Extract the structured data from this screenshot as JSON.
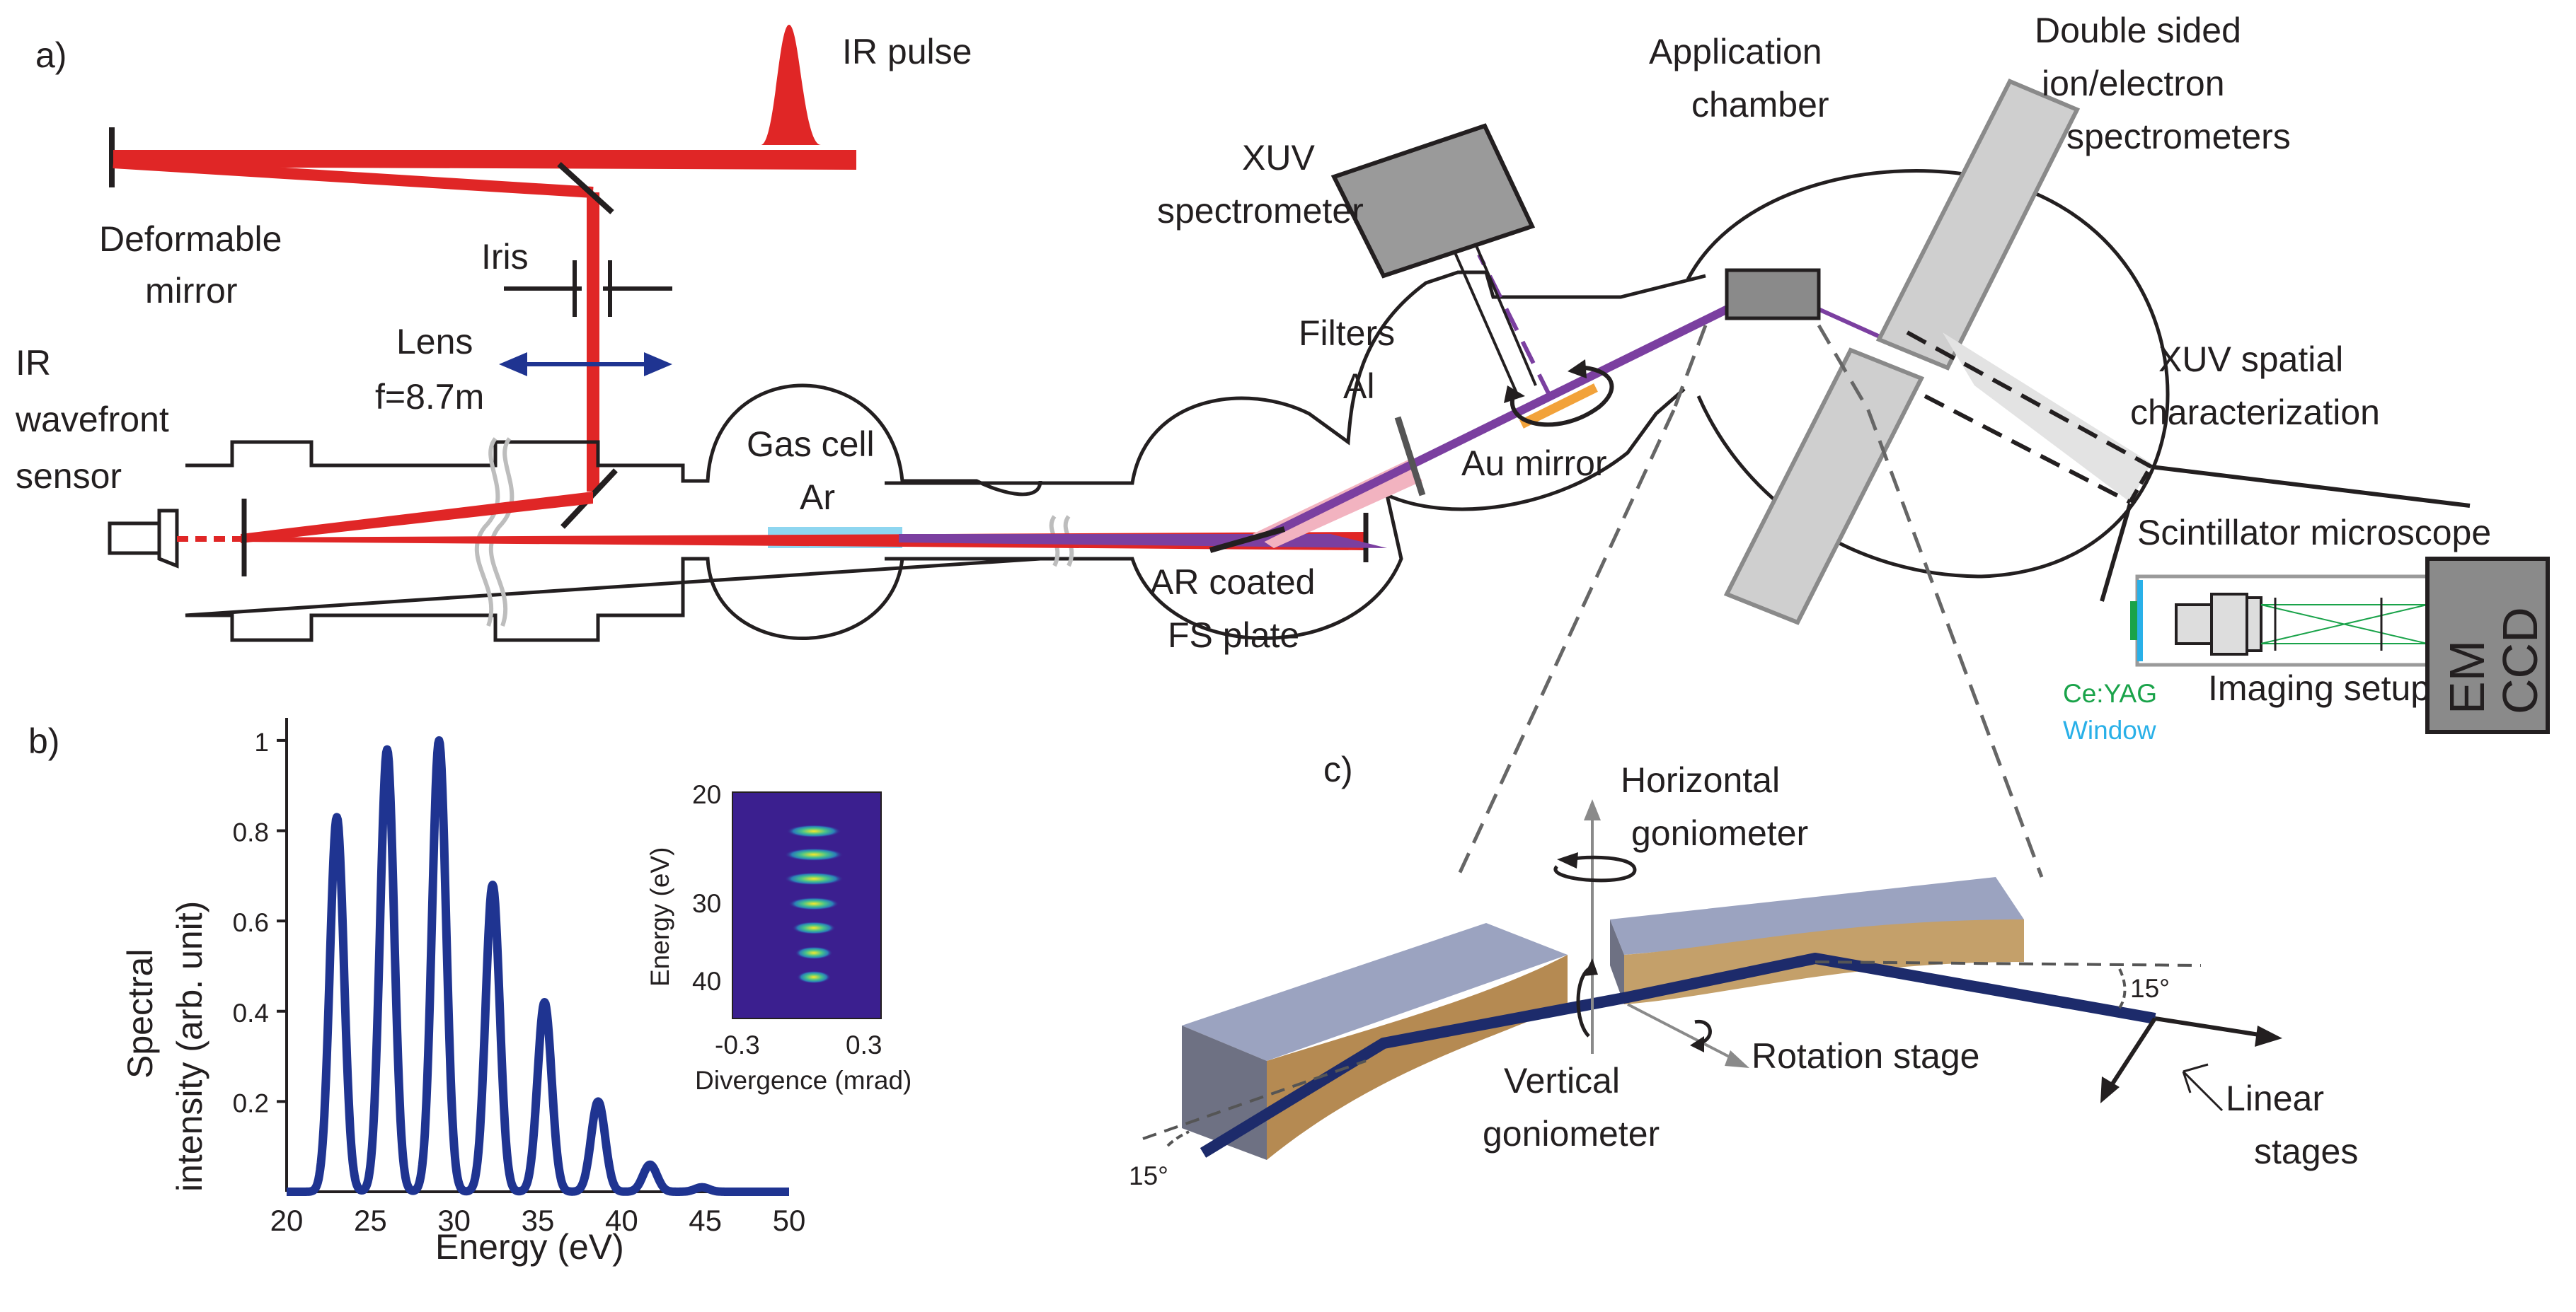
{
  "panel_a": {
    "tag": "a)",
    "ir_pulse": "IR pulse",
    "deformable_mirror": [
      "Deformable",
      "mirror"
    ],
    "iris": "Iris",
    "lens": [
      "Lens",
      "f=8.7m"
    ],
    "ir_wavefront_sensor": [
      "IR",
      "wavefront",
      "sensor"
    ],
    "gas_cell": [
      "Gas cell",
      "Ar"
    ],
    "ar_plate": [
      "AR coated",
      "FS plate"
    ],
    "filters": [
      "Filters",
      "Al"
    ],
    "au_mirror": "Au mirror",
    "xuv_spectrometer": [
      "XUV",
      "spectrometer"
    ],
    "application_chamber": [
      "Application",
      "chamber"
    ],
    "ion_spectrometers": [
      "Double sided",
      "ion/electron",
      "spectrometers"
    ],
    "xuv_spatial": [
      "XUV spatial",
      "characterization"
    ],
    "scintillator_microscope": "Scintillator microscope",
    "ce_yag": "Ce:YAG",
    "window": "Window",
    "imaging_setup": "Imaging setup",
    "em_ccd": [
      "EM",
      "CCD"
    ]
  },
  "panel_b": {
    "tag": "b)",
    "chart_data": {
      "type": "line",
      "xlabel": "Energy (eV)",
      "ylabel": [
        "Spectral",
        "intensity (arb. unit)"
      ],
      "xlim": [
        20,
        50
      ],
      "ylim": [
        0,
        1.05
      ],
      "xticks": [
        20,
        25,
        30,
        35,
        40,
        45,
        50
      ],
      "yticks": [
        0.2,
        0.4,
        0.6,
        0.8,
        1
      ],
      "peaks": [
        {
          "x": 23.0,
          "y": 0.83
        },
        {
          "x": 26.0,
          "y": 0.98
        },
        {
          "x": 29.1,
          "y": 1.0
        },
        {
          "x": 32.3,
          "y": 0.68
        },
        {
          "x": 35.4,
          "y": 0.42
        },
        {
          "x": 38.6,
          "y": 0.2
        },
        {
          "x": 41.7,
          "y": 0.06
        },
        {
          "x": 44.8,
          "y": 0.01
        }
      ],
      "color": "#1f3491"
    },
    "inset": {
      "type": "heatmap",
      "xlabel": "Divergence (mrad)",
      "ylabel": "Energy (eV)",
      "xticks": [
        "-0.3",
        "0.3"
      ],
      "yticks": [
        "20",
        "30",
        "40"
      ],
      "background": "#3b1f8f"
    }
  },
  "panel_c": {
    "tag": "c)",
    "horizontal_goniometer": [
      "Horizontal",
      "goniometer"
    ],
    "vertical_goniometer": [
      "Vertical",
      "goniometer"
    ],
    "rotation_stage": "Rotation stage",
    "linear_stages": [
      "Linear",
      "stages"
    ],
    "angle_left": "15°",
    "angle_right": "15°"
  },
  "colors": {
    "ir_beam": "#e02626",
    "xuv_beam": "#7b3fa0",
    "xuv_beam_dark": "#1d2b6b",
    "gas_cell": "#8ed6f0",
    "au_mirror": "#f2a23a",
    "gray_box": "#9a9a9a",
    "light_gray_box": "#d4d4d4",
    "ce_yag": "#1aa34a",
    "window": "#29b0e8"
  }
}
